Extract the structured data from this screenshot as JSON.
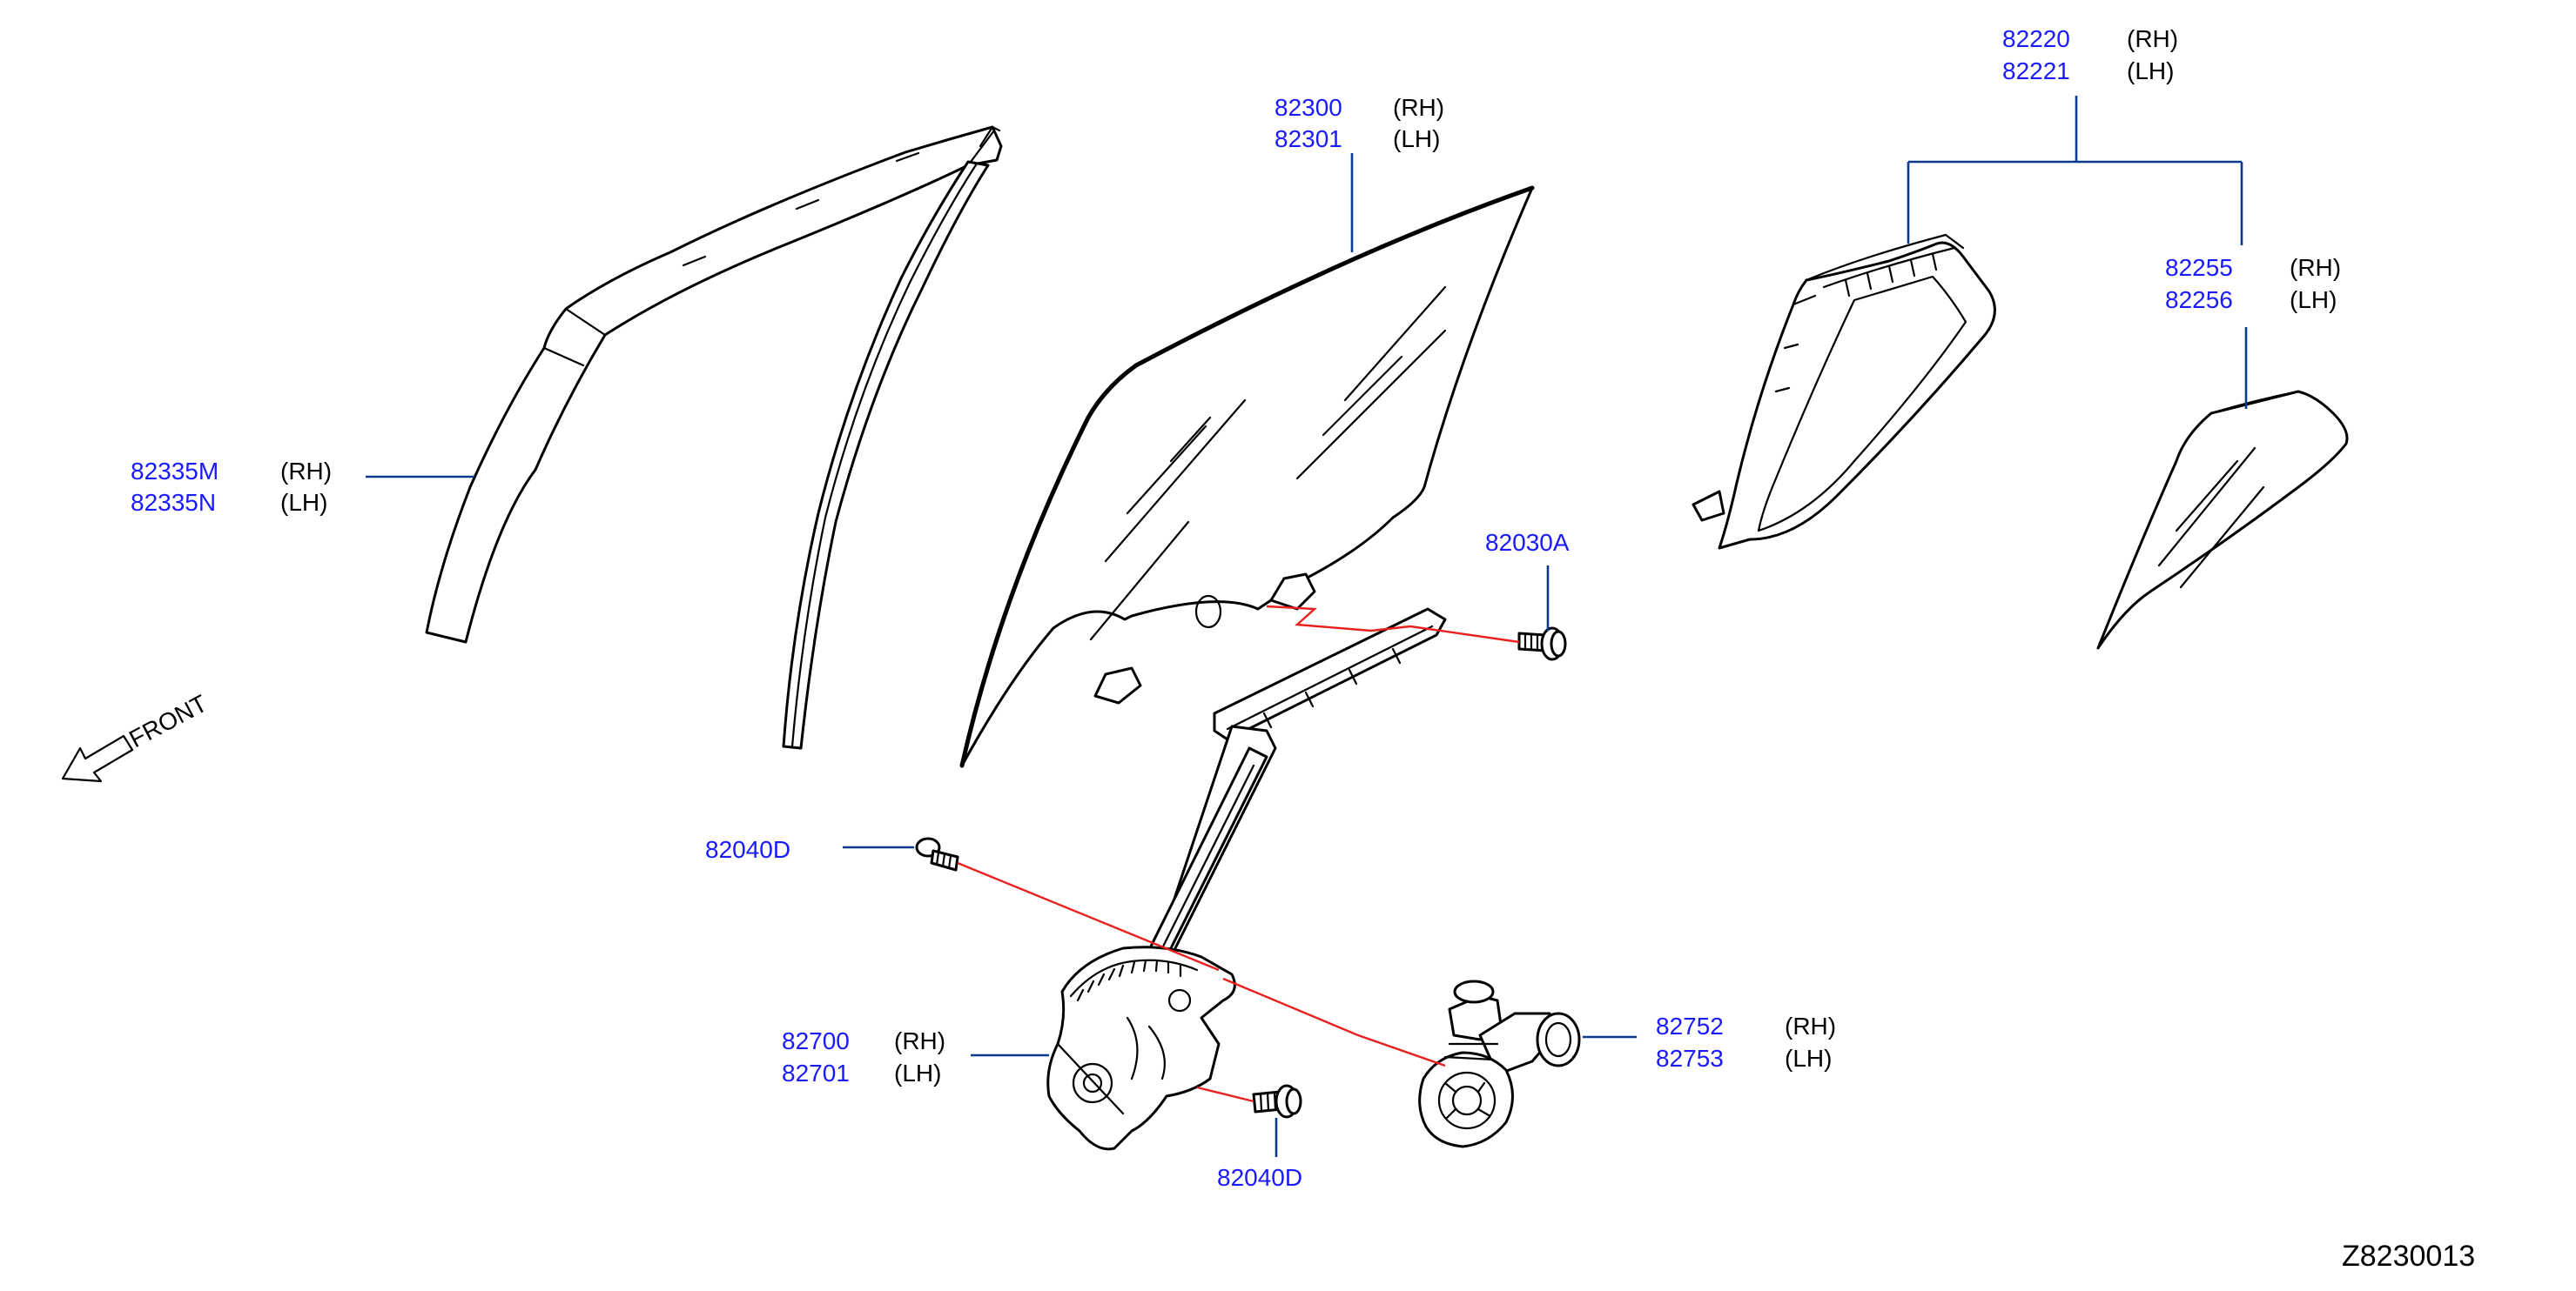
{
  "diagram": {
    "drawing_code": "Z8230013",
    "front_label": "FRONT",
    "callouts": {
      "sash": {
        "part1": "82335M",
        "side1": "(RH)",
        "part2": "82335N",
        "side2": "(LH)"
      },
      "glass": {
        "part1": "82300",
        "side1": "(RH)",
        "part2": "82301",
        "side2": "(LH)"
      },
      "partition": {
        "part1": "82220",
        "side1": "(RH)",
        "part2": "82221",
        "side2": "(LH)"
      },
      "corner_glass": {
        "part1": "82255",
        "side1": "(RH)",
        "part2": "82256",
        "side2": "(LH)"
      },
      "bolt_glass": {
        "part1": "82030A"
      },
      "bolt_left": {
        "part1": "82040D"
      },
      "regulator": {
        "part1": "82700",
        "side1": "(RH)",
        "part2": "82701",
        "side2": "(LH)"
      },
      "bolt_lower": {
        "part1": "82040D"
      },
      "motor": {
        "part1": "82752",
        "side1": "(RH)",
        "part2": "82753",
        "side2": "(LH)"
      }
    }
  }
}
